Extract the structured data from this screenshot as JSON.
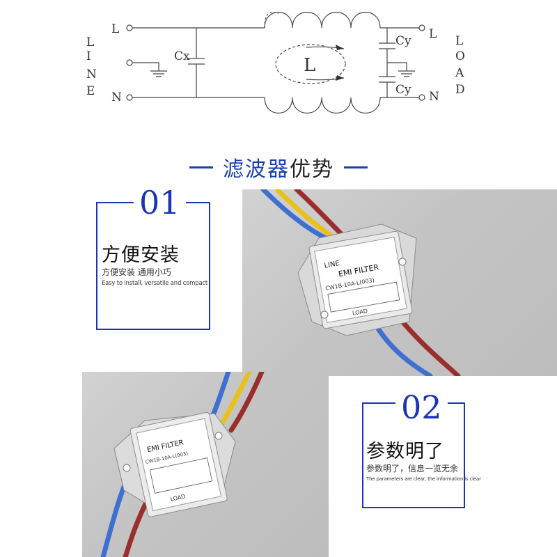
{
  "schematic": {
    "line_label": [
      "L",
      "I",
      "N",
      "E"
    ],
    "load_label": [
      "L",
      "O",
      "A",
      "D"
    ],
    "left_L": "L",
    "left_N": "N",
    "right_L": "L",
    "right_N": "N",
    "cx_label": "Cx",
    "cy_top_label": "Cy",
    "cy_bottom_label": "Cy",
    "inductor_label": "L"
  },
  "section": {
    "title_highlight": "滤波器",
    "title_rest": "优势"
  },
  "features": [
    {
      "number": "01",
      "heading": "方便安装",
      "subtitle": "方便安装 通用小巧",
      "english": "Easy to install, versatile and compact"
    },
    {
      "number": "02",
      "heading": "参数明了",
      "subtitle": "参数明了，信息一览无余",
      "english": "The parameters are clear, the information is clear"
    }
  ],
  "product": {
    "label_brand": "EMI FILTER",
    "label_model": "CW1B-10A-L(003)",
    "label_line": "LINE",
    "label_load": "LOAD"
  },
  "colors": {
    "accent": "#1a35b3",
    "wire_blue": "#3f6fd0",
    "wire_yellow": "#e8c21a",
    "wire_red": "#9a2e2c"
  }
}
